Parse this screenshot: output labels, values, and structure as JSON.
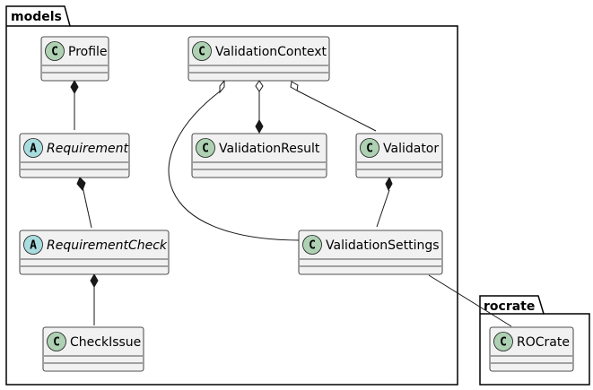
{
  "packages": {
    "models": {
      "label": "models"
    },
    "rocrate": {
      "label": "rocrate"
    }
  },
  "classes": {
    "profile": {
      "name": "Profile",
      "kind": "C"
    },
    "validation_context": {
      "name": "ValidationContext",
      "kind": "C"
    },
    "requirement": {
      "name": "Requirement",
      "kind": "A"
    },
    "validation_result": {
      "name": "ValidationResult",
      "kind": "C"
    },
    "validator": {
      "name": "Validator",
      "kind": "C"
    },
    "requirement_check": {
      "name": "RequirementCheck",
      "kind": "A"
    },
    "validation_settings": {
      "name": "ValidationSettings",
      "kind": "C"
    },
    "check_issue": {
      "name": "CheckIssue",
      "kind": "C"
    },
    "rocrate": {
      "name": "ROCrate",
      "kind": "C"
    }
  },
  "colors": {
    "class_fill": "#f1f1f1",
    "class_border": "#181818",
    "concrete_badge": "#add1b2",
    "abstract_badge": "#a9dcdf",
    "package_border": "#000000",
    "line": "#181818"
  },
  "relations": [
    {
      "from": "profile",
      "to": "requirement",
      "type": "composition"
    },
    {
      "from": "requirement",
      "to": "requirement_check",
      "type": "composition"
    },
    {
      "from": "requirement_check",
      "to": "check_issue",
      "type": "composition"
    },
    {
      "from": "validation_context",
      "to": "validation_result",
      "type": "aggregation-composition"
    },
    {
      "from": "validation_context",
      "to": "validator",
      "type": "aggregation"
    },
    {
      "from": "validation_context",
      "to": "validation_settings",
      "type": "aggregation"
    },
    {
      "from": "validator",
      "to": "validation_settings",
      "type": "composition"
    },
    {
      "from": "validation_settings",
      "to": "rocrate",
      "type": "association"
    }
  ]
}
